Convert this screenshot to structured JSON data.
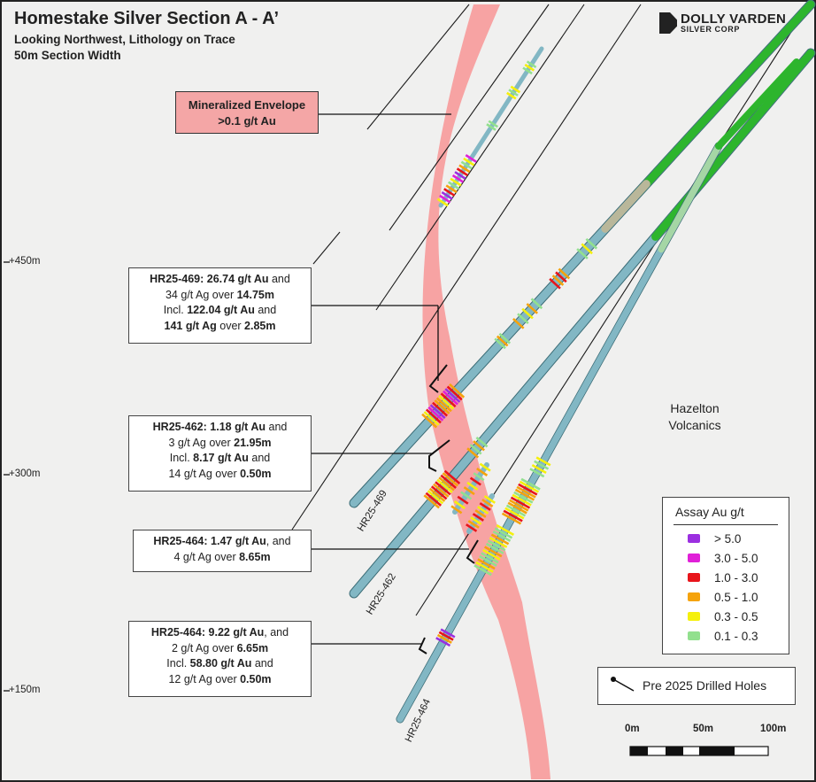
{
  "title": "Homestake Silver Section A - A’",
  "subtitle_1": "Looking Northwest, Lithology on Trace",
  "subtitle_2": "50m Section Width",
  "logo": {
    "line1": "DOLLY VARDEN",
    "line2": "SILVER CORP"
  },
  "envelope": {
    "line1": "Mineralized Envelope",
    "line2": ">0.1 g/t Au"
  },
  "annotations": [
    {
      "l1a": "HR25-469: ",
      "l1b": "26.74 g/t Au",
      "l1c": " and",
      "l2a": "34 g/t Ag over ",
      "l2b": "14.75m",
      "l3a": "Incl. ",
      "l3b": "122.04 g/t Au",
      "l3c": " and",
      "l4a": "141 g/t Ag",
      "l4b": " over ",
      "l4c": "2.85m"
    },
    {
      "l1a": "HR25-462: ",
      "l1b": "1.18 g/t Au",
      "l1c": " and",
      "l2a": "3 g/t Ag over ",
      "l2b": "21.95m",
      "l3a": "Incl. ",
      "l3b": "8.17 g/t Au",
      "l3c": " and",
      "l4a": "14 g/t Ag over ",
      "l4b": "0.50m"
    },
    {
      "l1a": "HR25-464: ",
      "l1b": "1.47 g/t Au",
      "l1c": ", and",
      "l2a": "4 g/t Ag over ",
      "l2b": "8.65m"
    },
    {
      "l1a": "HR25-464: ",
      "l1b": "9.22 g/t Au",
      "l1c": ", and",
      "l2a": "2 g/t Ag over ",
      "l2b": "6.65m",
      "l3a": "Incl. ",
      "l3b": "58.80 g/t Au",
      "l3c": " and",
      "l4a": "12 g/t Ag over ",
      "l4b": "0.50m"
    }
  ],
  "elevations": [
    "+450m",
    "+300m",
    "+150m"
  ],
  "holes": [
    "HR25-469",
    "HR25-462",
    "HR25-464"
  ],
  "rock_unit": {
    "line1": "Hazelton",
    "line2": "Volcanics"
  },
  "legend": {
    "title": "Assay Au g/t",
    "items": [
      {
        "label": "> 5.0",
        "color": "#9b2fe0"
      },
      {
        "label": "3.0 - 5.0",
        "color": "#e020d8"
      },
      {
        "label": "1.0 - 3.0",
        "color": "#e8151b"
      },
      {
        "label": "0.5 - 1.0",
        "color": "#f5a30c"
      },
      {
        "label": "0.3 - 0.5",
        "color": "#f5f00c"
      },
      {
        "label": "0.1 - 0.3",
        "color": "#92e08e"
      }
    ]
  },
  "pre_2025": "Pre 2025 Drilled Holes",
  "scale": [
    "0m",
    "50m",
    "100m"
  ],
  "colors": {
    "envelope": "#f7a3a3",
    "trace": "#82b7c4",
    "green_trace": "#2db52d"
  }
}
